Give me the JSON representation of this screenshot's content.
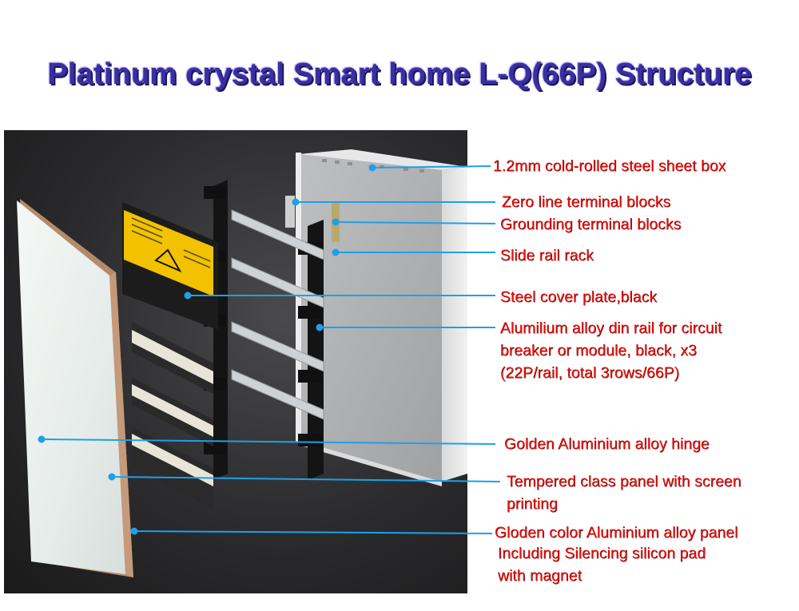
{
  "title": "Platinum crystal Smart home L-Q(66P)  Structure",
  "colors": {
    "title": "#3a2fa0",
    "label_text": "#e0130f",
    "leader_line": "#1ea0e8",
    "photo_background": "#2b2b2d",
    "warning_label": "#f2c200"
  },
  "labels": {
    "steel_box": "1.2mm cold-rolled steel sheet  box",
    "zero_line": "Zero line terminal blocks",
    "grounding": "Grounding terminal blocks",
    "slide_rail": "Slide rail rack",
    "cover_plate": "Steel cover plate,black",
    "din_rail_1": "Alumilium alloy din rail for circuit",
    "din_rail_2": "breaker or module, black, x3",
    "din_rail_3": "(22P/rail, total 3rows/66P)",
    "hinge": "Golden Aluminium alloy hinge",
    "glass_1": "Tempered class panel with screen",
    "glass_2": "printing",
    "panel_1": "Gloden color Aluminium alloy panel",
    "panel_2": "Including Silencing silicon pad",
    "panel_3": "with magnet"
  }
}
